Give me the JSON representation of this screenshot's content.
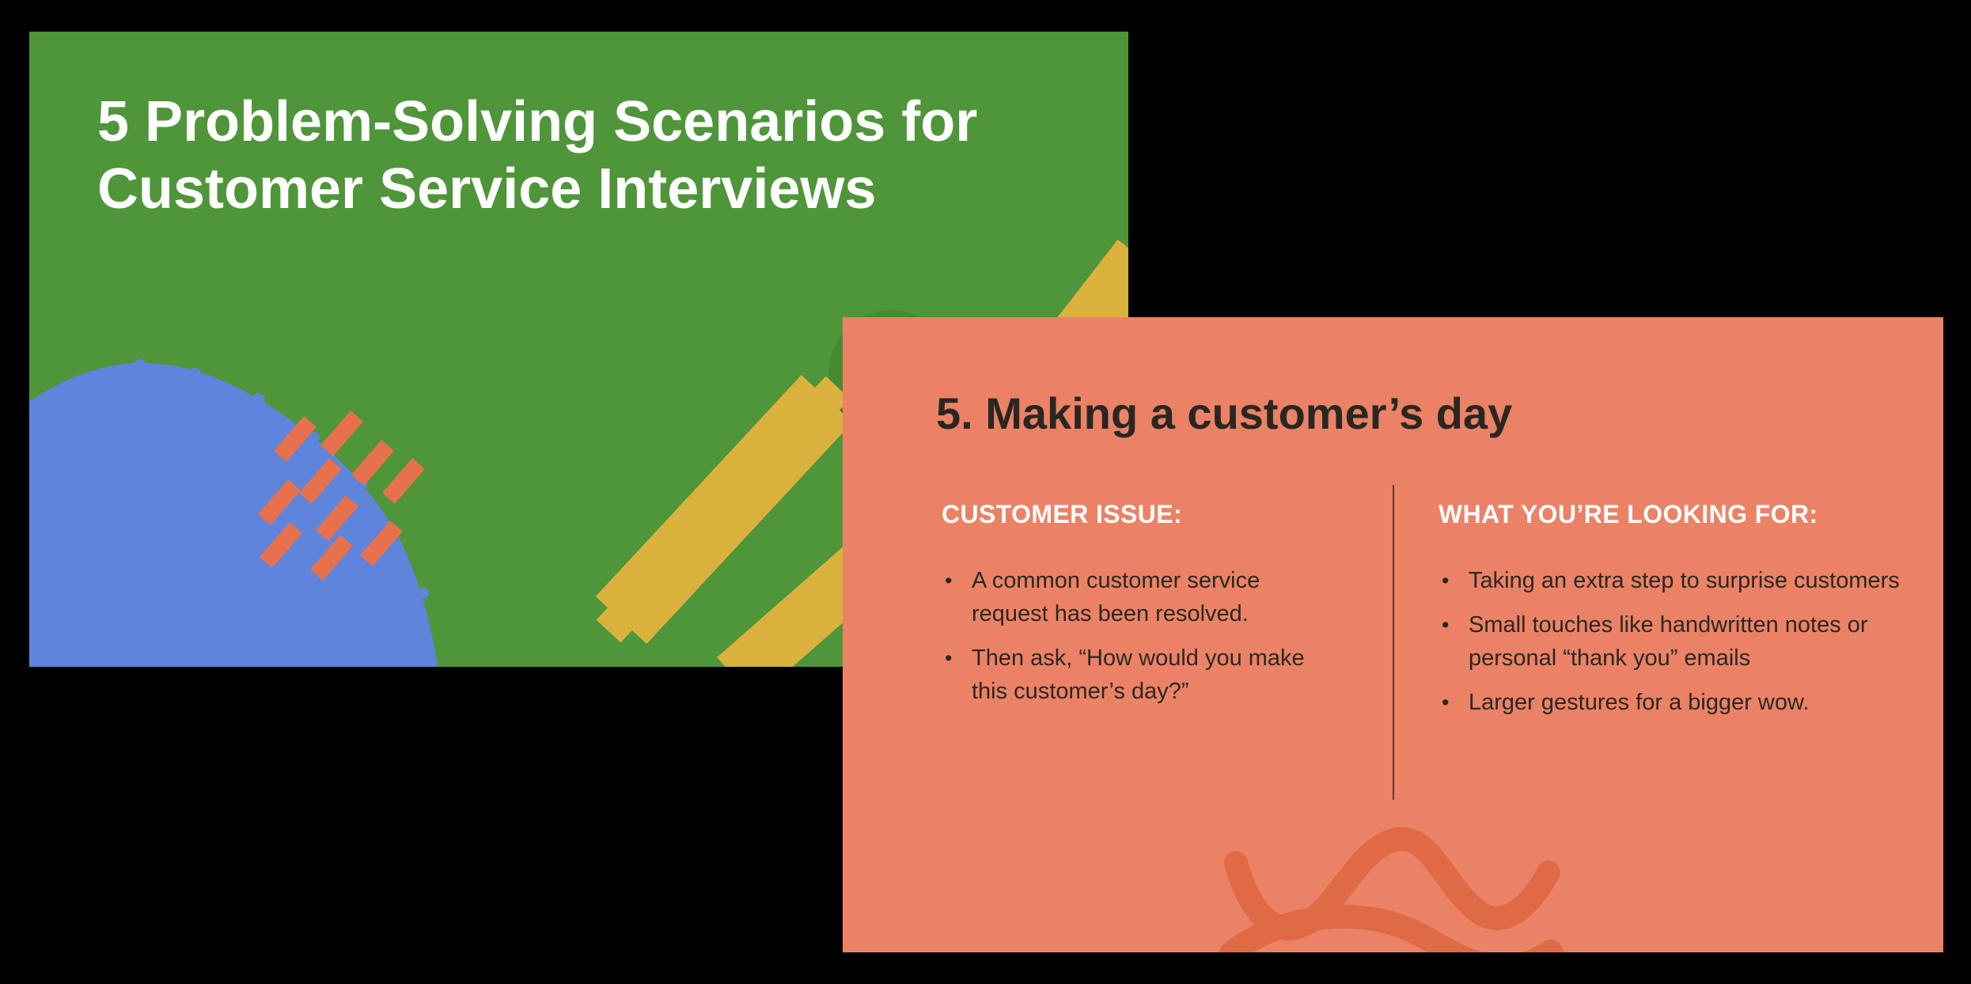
{
  "page": {
    "background": "#000000"
  },
  "palette": {
    "slide_green": "#4F953A",
    "slide_salmon": "#EB8266",
    "blob_blue": "#5E85DB",
    "dash_orange": "#E7714C",
    "wave_orange": "#E06A45",
    "brush_mustard": "#DBB13D",
    "text_ink": "#2A2722",
    "text_white": "#FFFFFF"
  },
  "title_slide": {
    "title": "5 Problem-Solving Scenarios for Customer Service Interviews"
  },
  "detail_slide": {
    "heading": "5. Making a customer’s day",
    "left_column": {
      "heading": "CUSTOMER ISSUE:",
      "bullets": [
        "A common customer service request has been resolved.",
        "Then ask, “How would you make this customer’s day?”"
      ]
    },
    "right_column": {
      "heading": "WHAT YOU’RE LOOKING FOR:",
      "bullets": [
        "Taking an extra step to surprise customers",
        "Small touches like handwritten notes or personal “thank you” emails",
        "Larger gestures for a bigger wow."
      ]
    }
  }
}
